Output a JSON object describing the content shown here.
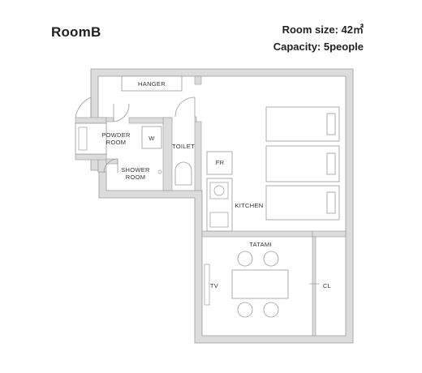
{
  "header": {
    "room_name": "RoomB",
    "room_size": "Room size: 42㎡",
    "capacity": "Capacity: 5people"
  },
  "plan": {
    "labels": {
      "hanger": "HANGER",
      "powder_room_line1": "POWDER",
      "powder_room_line2": "ROOM",
      "washer": "W",
      "toilet": "TOILET",
      "shower_room_line1": "SHOWER",
      "shower_room_line2": "ROOM",
      "fridge": "FR",
      "kitchen": "KITCHEN",
      "tatami": "TATAMI",
      "tv": "TV",
      "closet": "CL"
    }
  }
}
